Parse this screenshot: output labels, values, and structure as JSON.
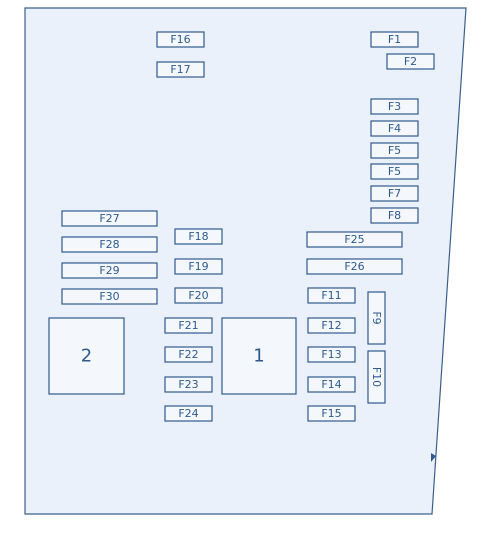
{
  "fuses": [
    {
      "id": "F1",
      "label": "F1"
    },
    {
      "id": "F2",
      "label": "F2"
    },
    {
      "id": "F3",
      "label": "F3"
    },
    {
      "id": "F4",
      "label": "F4"
    },
    {
      "id": "F5a",
      "label": "F5"
    },
    {
      "id": "F5b",
      "label": "F5"
    },
    {
      "id": "F7",
      "label": "F7"
    },
    {
      "id": "F8",
      "label": "F8"
    },
    {
      "id": "F9",
      "label": "F9"
    },
    {
      "id": "F10",
      "label": "F10"
    },
    {
      "id": "F11",
      "label": "F11"
    },
    {
      "id": "F12",
      "label": "F12"
    },
    {
      "id": "F13",
      "label": "F13"
    },
    {
      "id": "F14",
      "label": "F14"
    },
    {
      "id": "F15",
      "label": "F15"
    },
    {
      "id": "F16",
      "label": "F16"
    },
    {
      "id": "F17",
      "label": "F17"
    },
    {
      "id": "F18",
      "label": "F18"
    },
    {
      "id": "F19",
      "label": "F19"
    },
    {
      "id": "F20",
      "label": "F20"
    },
    {
      "id": "F21",
      "label": "F21"
    },
    {
      "id": "F22",
      "label": "F22"
    },
    {
      "id": "F23",
      "label": "F23"
    },
    {
      "id": "F24",
      "label": "F24"
    },
    {
      "id": "F25",
      "label": "F25"
    },
    {
      "id": "F26",
      "label": "F26"
    },
    {
      "id": "F27",
      "label": "F27"
    },
    {
      "id": "F28",
      "label": "F28"
    },
    {
      "id": "F29",
      "label": "F29"
    },
    {
      "id": "F30",
      "label": "F30"
    }
  ],
  "relays": [
    {
      "id": "R1",
      "label": "1"
    },
    {
      "id": "R2",
      "label": "2"
    }
  ]
}
